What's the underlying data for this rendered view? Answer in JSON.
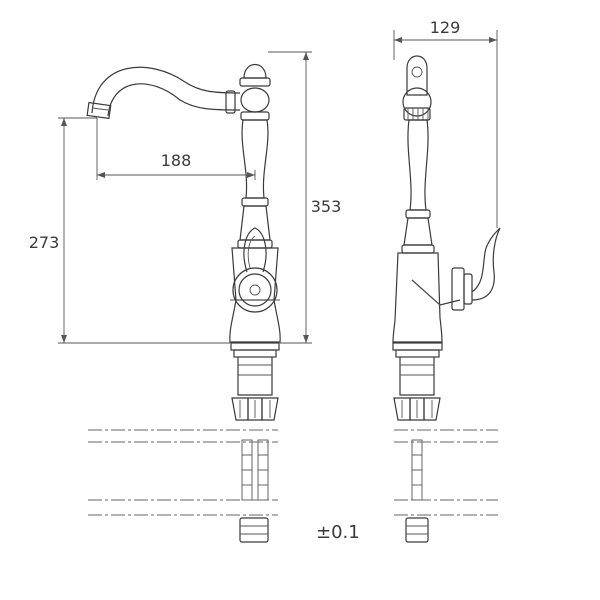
{
  "dimensions": {
    "spout_reach": "188",
    "spout_height": "273",
    "total_height": "353",
    "side_depth": "129",
    "tolerance": "±0.1"
  },
  "colors": {
    "line": "#3a3a3a",
    "background": "#ffffff"
  }
}
